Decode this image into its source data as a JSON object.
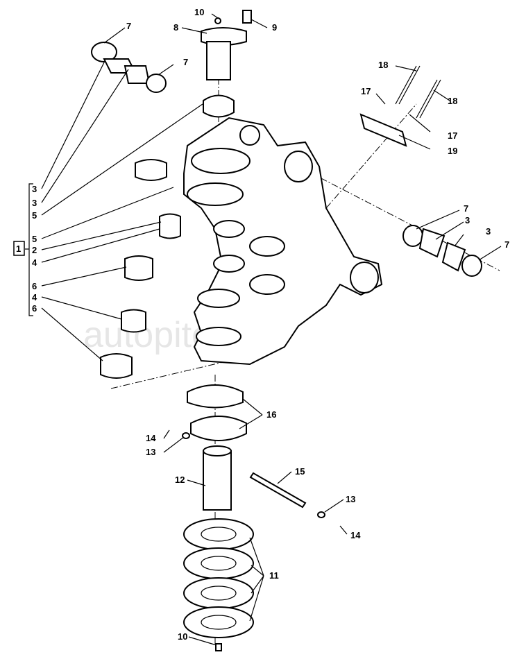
{
  "watermark": "autopiter.ru",
  "assembly_label": "1",
  "bracket_labels": [
    "3",
    "3",
    "5",
    "5",
    "2",
    "4",
    "6",
    "4",
    "6"
  ],
  "callouts": {
    "c7a": "7",
    "c8": "8",
    "c10a": "10",
    "c9": "9",
    "c7b": "7",
    "c18a": "18",
    "c18b": "18",
    "c17a": "17",
    "c17b": "17",
    "c19": "19",
    "c7c": "7",
    "c3a": "3",
    "c3b": "3",
    "c7d": "7",
    "c16": "16",
    "c14a": "14",
    "c13a": "13",
    "c12": "12",
    "c15": "15",
    "c13b": "13",
    "c14b": "14",
    "c11": "11",
    "c10b": "10"
  }
}
